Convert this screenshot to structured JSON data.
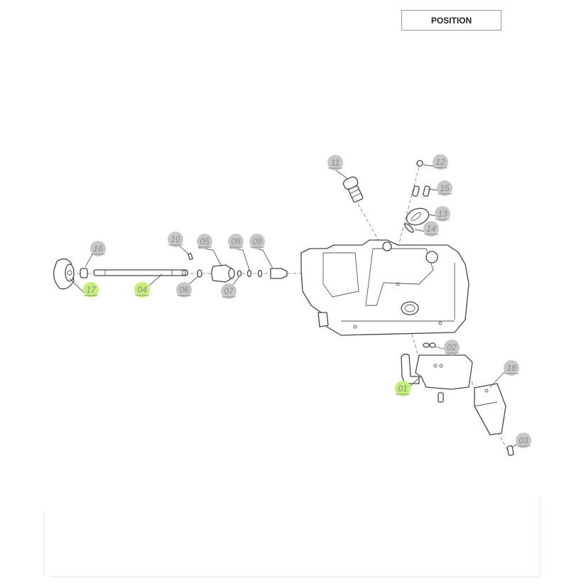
{
  "header": {
    "position_button_label": "POSITION"
  },
  "colors": {
    "highlight": "#c6ef7a",
    "callout": "#c8c8c8",
    "line": "#444444"
  },
  "callouts": [
    {
      "label": "16",
      "highlighted": false
    },
    {
      "label": "17",
      "highlighted": true
    },
    {
      "label": "04",
      "highlighted": true
    },
    {
      "label": "10",
      "highlighted": false
    },
    {
      "label": "05",
      "highlighted": false
    },
    {
      "label": "06",
      "highlighted": false
    },
    {
      "label": "08",
      "highlighted": false
    },
    {
      "label": "07",
      "highlighted": false
    },
    {
      "label": "09",
      "highlighted": false
    },
    {
      "label": "11",
      "highlighted": false
    },
    {
      "label": "12",
      "highlighted": false
    },
    {
      "label": "15",
      "highlighted": false
    },
    {
      "label": "13",
      "highlighted": false
    },
    {
      "label": "14",
      "highlighted": false
    },
    {
      "label": "02",
      "highlighted": false
    },
    {
      "label": "01",
      "highlighted": true
    },
    {
      "label": "18",
      "highlighted": false
    },
    {
      "label": "03",
      "highlighted": false
    }
  ]
}
